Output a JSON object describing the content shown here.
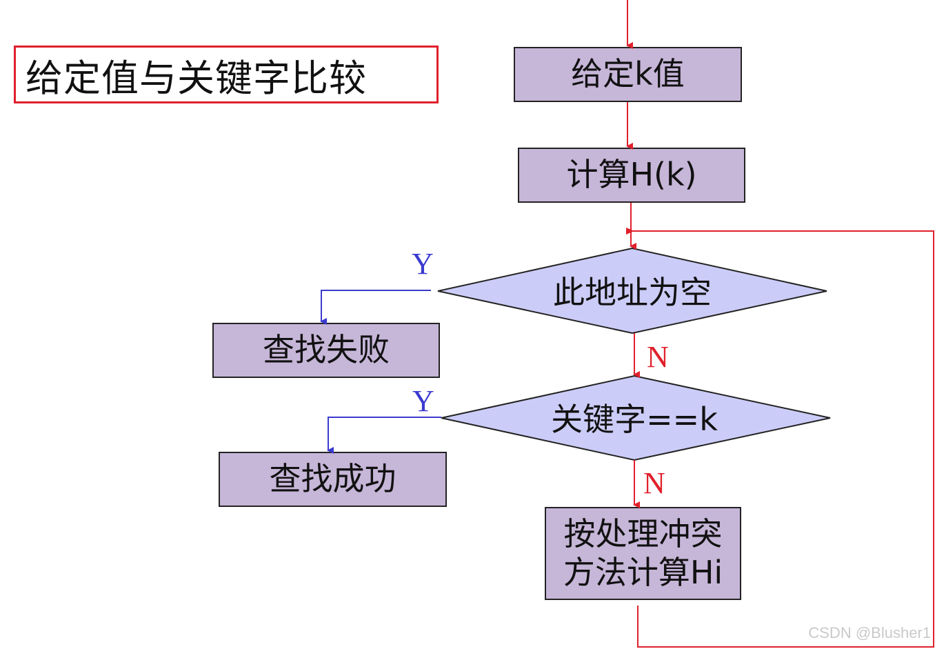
{
  "title": "给定值与关键字比较",
  "nodes": {
    "given_k": "给定k值",
    "compute_h": "计算H(k)",
    "address_empty": "此地址为空",
    "search_fail": "查找失败",
    "key_equals": "关键字==k",
    "search_success": "查找成功",
    "resolve_line1": "按处理冲突",
    "resolve_line2": "方法计算Hi"
  },
  "edges": {
    "yes_label": "Y",
    "no_label": "N"
  },
  "colors": {
    "box_fill": "#c6b6d8",
    "diamond_fill": "#ccccf8",
    "arrow_red": "#e0202c",
    "arrow_blue": "#3a3ad0"
  },
  "watermark": "CSDN @Blusher1"
}
